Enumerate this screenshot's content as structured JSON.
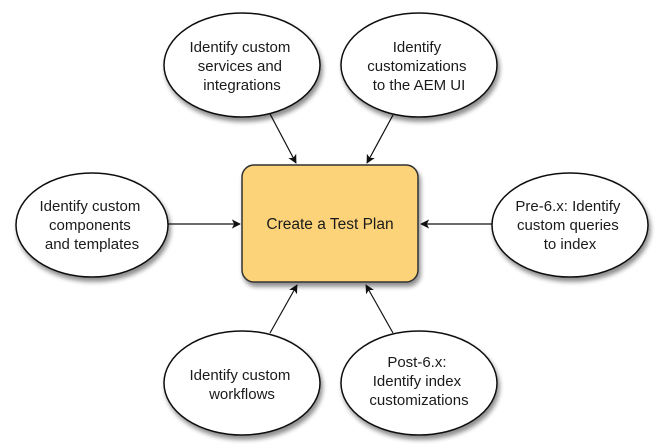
{
  "diagram": {
    "center": {
      "label": "Create a Test Plan",
      "fill": "#fdd37a"
    },
    "nodes": [
      {
        "id": "services",
        "lines": [
          "Identify custom",
          "services and",
          "integrations"
        ]
      },
      {
        "id": "ui",
        "lines": [
          "Identify",
          "customizations",
          "to the AEM UI"
        ]
      },
      {
        "id": "components",
        "lines": [
          "Identify custom",
          "components",
          "and templates"
        ]
      },
      {
        "id": "queries",
        "lines": [
          "Pre-6.x: Identify",
          "custom queries",
          "to index"
        ]
      },
      {
        "id": "workflows",
        "lines": [
          "Identify custom",
          "workflows"
        ]
      },
      {
        "id": "index",
        "lines": [
          "Post-6.x:",
          "Identify index",
          "customizations"
        ]
      }
    ]
  }
}
